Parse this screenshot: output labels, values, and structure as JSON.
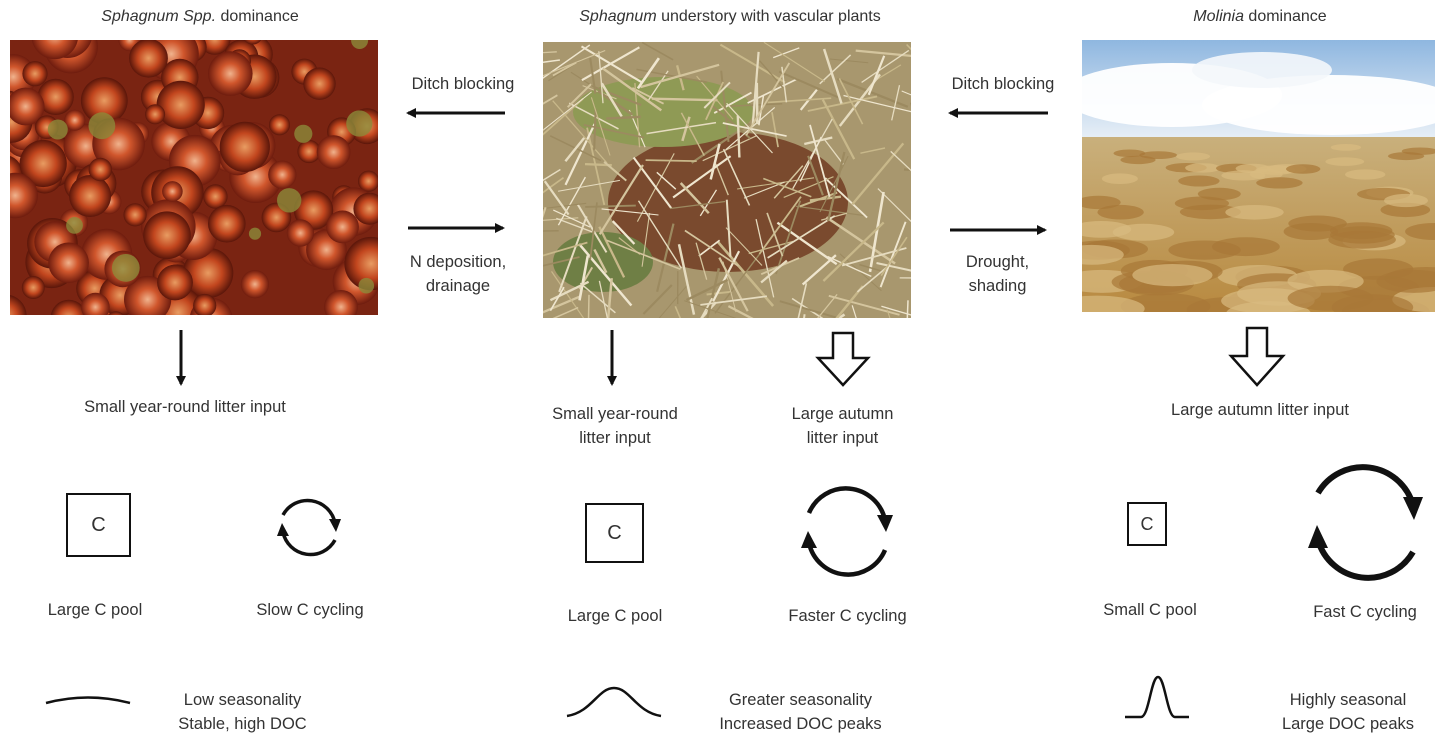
{
  "panels": [
    {
      "title_italic": "Sphagnum Spp.",
      "title_rest": " dominance",
      "litter": [
        "Small year-round litter input"
      ],
      "pool": {
        "symbol": "C",
        "label": "Large C pool"
      },
      "cycling": {
        "label": "Slow C cycling"
      },
      "seasonality": [
        "Low seasonality",
        "Stable, high DOC"
      ]
    },
    {
      "title_italic": "Sphagnum",
      "title_rest": " understory with vascular plants",
      "litter_small": [
        "Small year-round",
        "litter input"
      ],
      "litter_large": [
        "Large autumn",
        "litter input"
      ],
      "pool": {
        "symbol": "C",
        "label": "Large C pool"
      },
      "cycling": {
        "label": "Faster C cycling"
      },
      "seasonality": [
        "Greater seasonality",
        "Increased DOC peaks"
      ]
    },
    {
      "title_italic": "Molinia",
      "title_rest": " dominance",
      "litter": [
        "Large autumn litter input"
      ],
      "pool": {
        "symbol": "C",
        "label": "Small C pool"
      },
      "cycling": {
        "label": "Fast C cycling"
      },
      "seasonality": [
        "Highly seasonal",
        "Large DOC peaks"
      ]
    }
  ],
  "transitions": {
    "left_back": "Ditch blocking",
    "left_forward": [
      "N deposition,",
      "drainage"
    ],
    "right_back": "Ditch blocking",
    "right_forward": [
      "Drought,",
      "shading"
    ]
  },
  "colors": {
    "sphagnum": "#b4401f",
    "understory": "#b5a47d",
    "molinia_sky": "#cfe1f1",
    "molinia_grass": "#cfa567",
    "ink": "#111111"
  }
}
